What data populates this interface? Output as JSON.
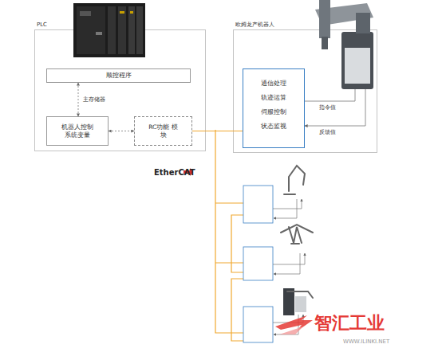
{
  "diagram": {
    "nodes": [
      {
        "text": [
          "PLC"
        ]
      },
      {
        "text": [
          "顺控程序"
        ],
        "in": 0
      },
      {
        "text": [
          "机器人控制 系统变量"
        ],
        "in": 0
      },
      {
        "text": [
          "RC功能 模块"
        ],
        "in": 0
      },
      {
        "text": [
          "欧姆龙产机器人"
        ]
      },
      {
        "text": [
          "通信处理",
          "轨迹运算",
          "伺服控制",
          "状态监视"
        ],
        "in": 4
      }
    ],
    "edges": [
      {
        "from": 1,
        "to": 2,
        "arrow": "both",
        "label": "主存储器"
      },
      {
        "from": 2,
        "to": 3,
        "arrow": "both"
      },
      {
        "from": 3,
        "to": 5,
        "arrow": "none"
      }
    ],
    "labels": [
      "指令值",
      "反馈值",
      "EtherCAT",
      "智汇工业",
      "WWW.ILINKI.NET"
    ]
  }
}
